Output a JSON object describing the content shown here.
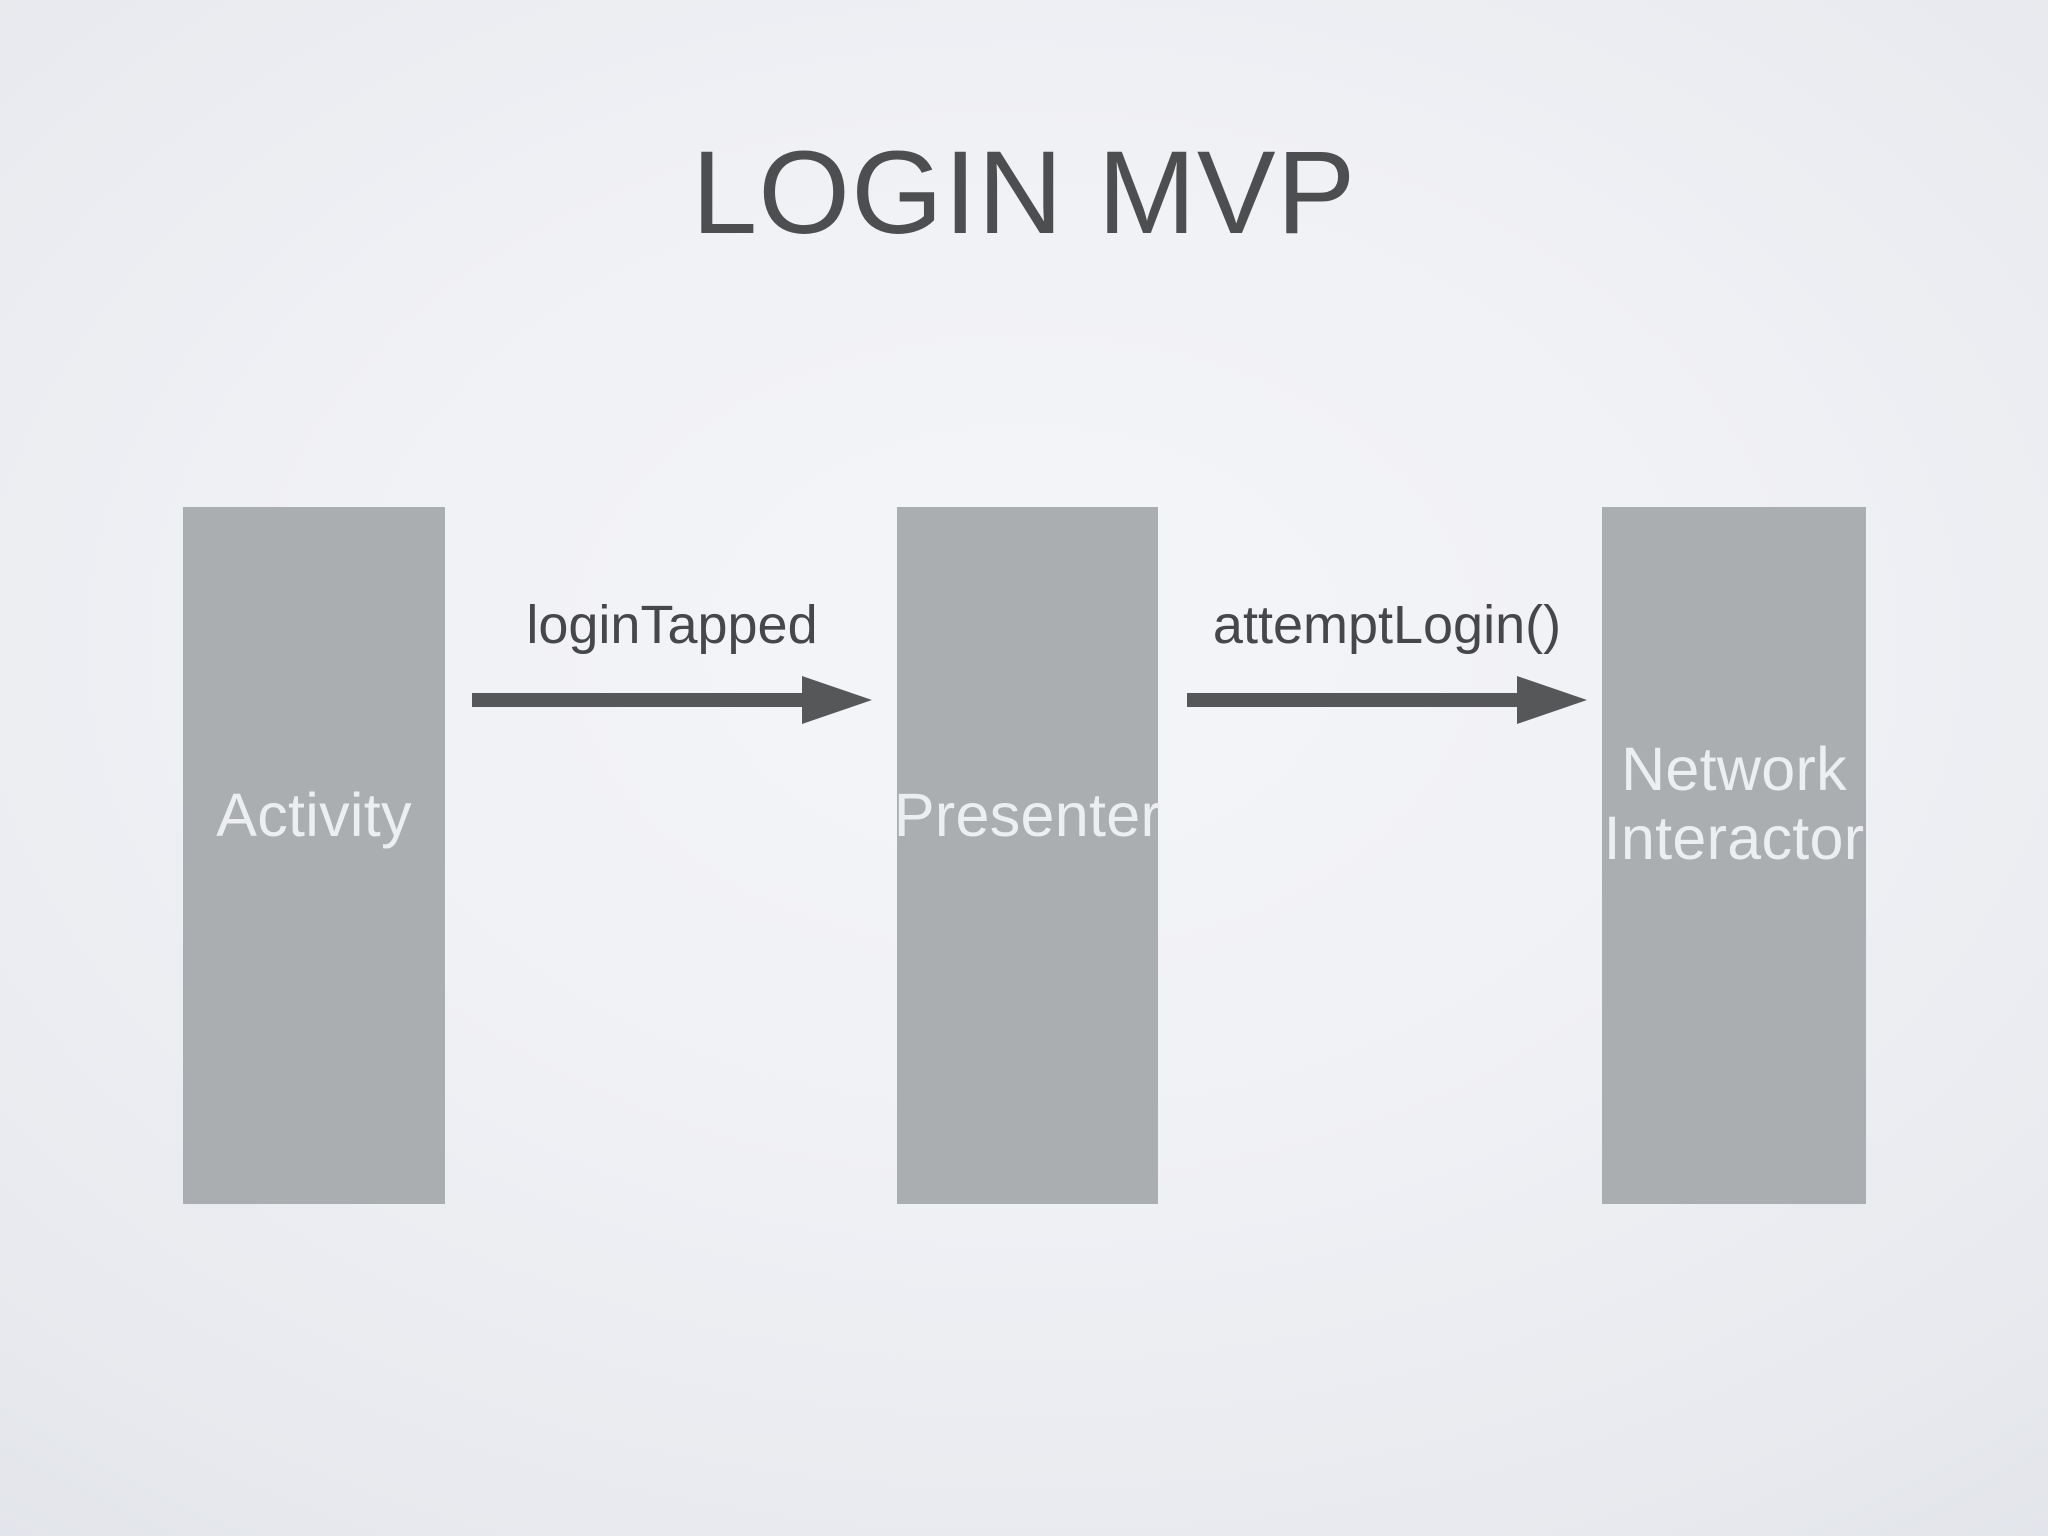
{
  "slide": {
    "title": "LOGIN MVP",
    "background_start": "#f4f5f8",
    "background_end": "#d2d6dd"
  },
  "diagram": {
    "type": "sequence-flow",
    "node_fill": "#abaeb1",
    "node_text_color": "#eceef1",
    "arrow_color": "#565759",
    "arrow_label_color": "#46474a",
    "nodes": [
      {
        "id": "activity",
        "label": "Activity"
      },
      {
        "id": "presenter",
        "label": "Presenter"
      },
      {
        "id": "network",
        "label": "Network\nInteractor"
      }
    ],
    "arrows": [
      {
        "id": "arrow-1",
        "label": "loginTapped",
        "from": "activity",
        "to": "presenter",
        "direction": "right"
      },
      {
        "id": "arrow-2",
        "label": "attemptLogin()",
        "from": "presenter",
        "to": "network",
        "direction": "right"
      }
    ]
  }
}
